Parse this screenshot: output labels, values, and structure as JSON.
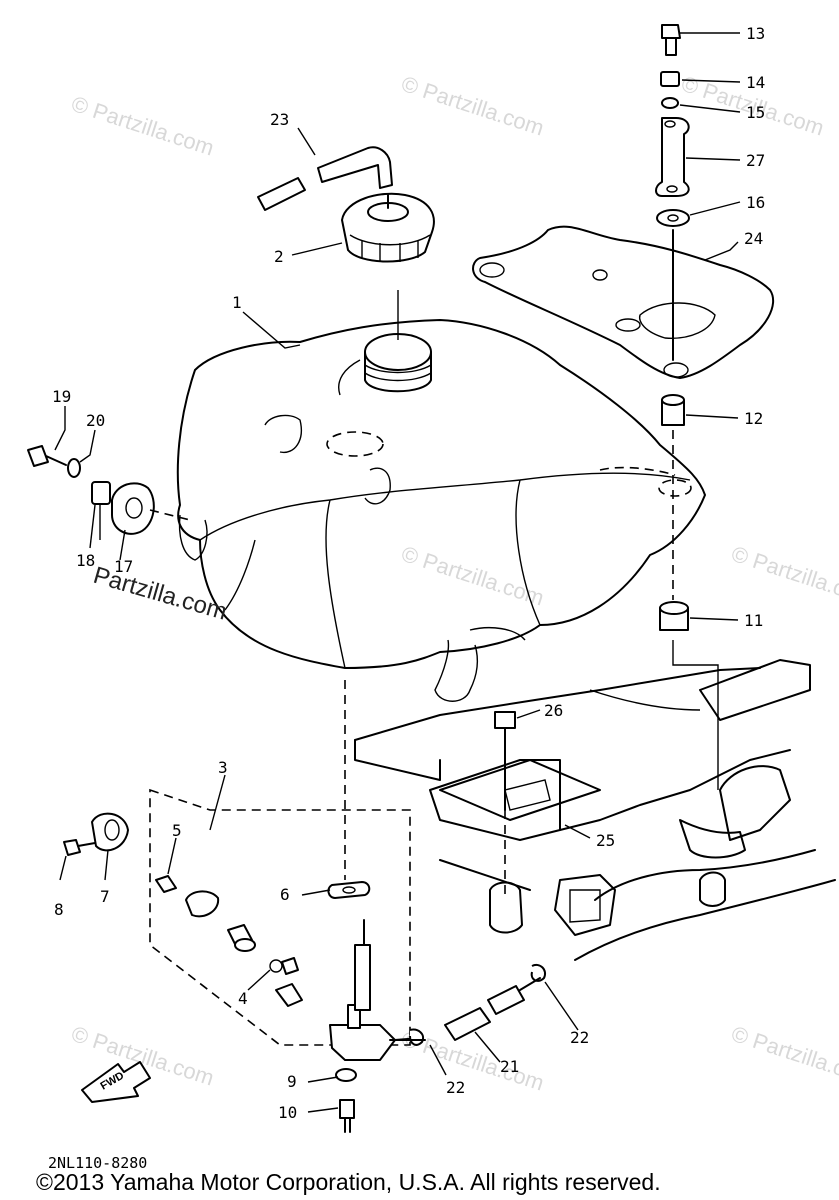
{
  "watermark": "© Partzilla.com",
  "watermark_overlay": "Partzilla.com",
  "labels": {
    "l1": "1",
    "l2": "2",
    "l3": "3",
    "l4": "4",
    "l5": "5",
    "l6": "6",
    "l7": "7",
    "l8": "8",
    "l9": "9",
    "l10": "10",
    "l11": "11",
    "l12": "12",
    "l13": "13",
    "l14": "14",
    "l15": "15",
    "l16": "16",
    "l17": "17",
    "l18": "18",
    "l19": "19",
    "l20": "20",
    "l21": "21",
    "l22a": "22",
    "l22b": "22",
    "l23": "23",
    "l24": "24",
    "l25": "25",
    "l26": "26",
    "l27": "27"
  },
  "fwd_arrow": "FWD",
  "diagram_code": "2NL110-8280",
  "copyright": "©2013 Yamaha Motor Corporation, U.S.A. All rights reserved."
}
